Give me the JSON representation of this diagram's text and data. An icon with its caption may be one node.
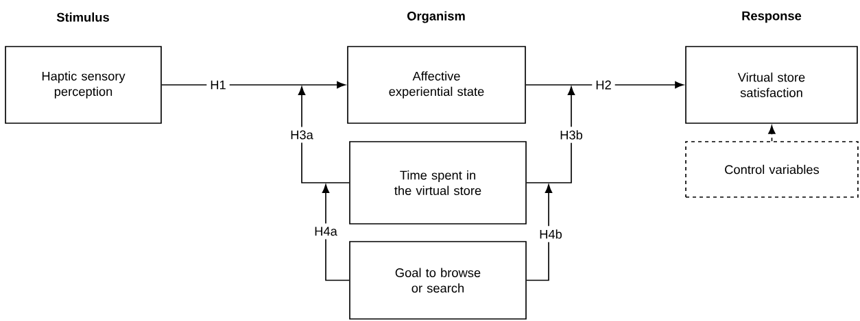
{
  "diagram": {
    "nodes": [
      {
        "text": [
          "Haptic sensory perception"
        ]
      },
      {
        "text": [
          "Affective experiential state"
        ]
      },
      {
        "text": [
          "Virtual store satisfaction"
        ]
      },
      {
        "text": [
          "Time spent in the virtual store"
        ]
      },
      {
        "text": [
          "Goal to browse or search"
        ]
      },
      {
        "text": [
          "Control variables"
        ]
      }
    ],
    "edges": [
      {
        "from": 0,
        "to": 1,
        "arrow": "to",
        "label": "H1"
      },
      {
        "from": 1,
        "to": 2,
        "arrow": "to",
        "label": "H2"
      },
      {
        "from": 3,
        "to": null,
        "arrow": "to",
        "label": "H3a"
      },
      {
        "from": 3,
        "to": null,
        "arrow": "to",
        "label": "H3b"
      },
      {
        "from": 4,
        "to": null,
        "arrow": "to",
        "label": "H4a"
      },
      {
        "from": 4,
        "to": null,
        "arrow": "to",
        "label": "H4b"
      },
      {
        "from": 5,
        "to": 2,
        "arrow": "to",
        "style": "dashed"
      }
    ],
    "labels": [
      "Stimulus",
      "Organism",
      "Response"
    ]
  }
}
